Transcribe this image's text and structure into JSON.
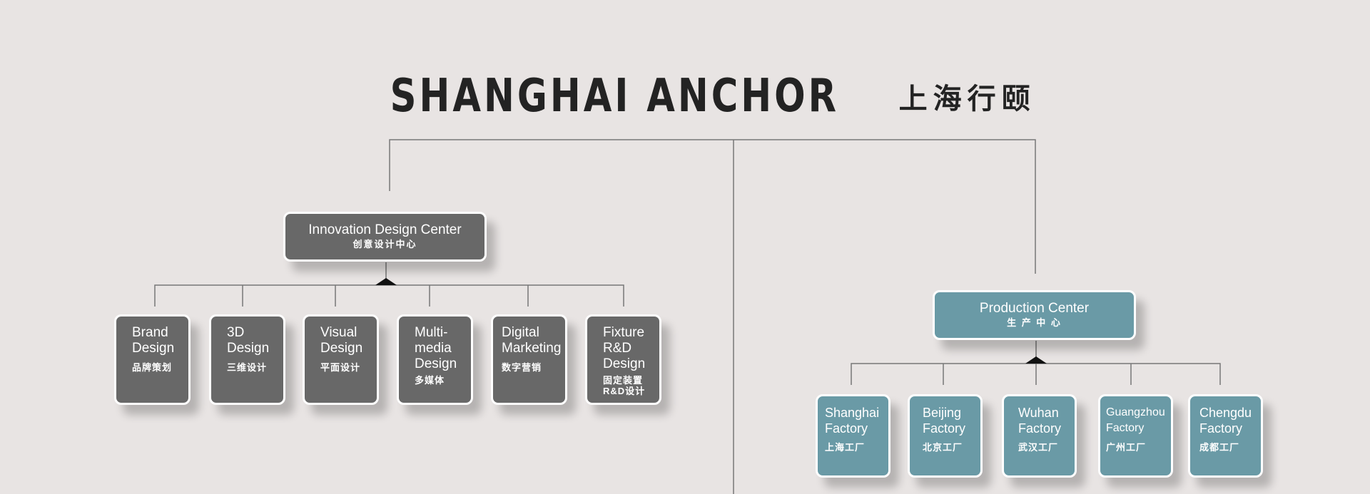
{
  "title": {
    "en": "SHANGHAI ANCHOR",
    "cn": "上海行颐"
  },
  "colors": {
    "background": "#e8e4e3",
    "design": "#686868",
    "production": "#6a9aa6",
    "line": "#777777"
  },
  "design_center": {
    "en": "Innovation Design Center",
    "cn": "创意设计中心",
    "units": [
      {
        "en": "Brand\nDesign",
        "cn": "品牌策划"
      },
      {
        "en": "3D\nDesign",
        "cn": "三维设计"
      },
      {
        "en": "Visual\nDesign",
        "cn": "平面设计"
      },
      {
        "en": "Multi-\nmedia\nDesign",
        "cn": "多媒体"
      },
      {
        "en": "Digital\nMarketing",
        "cn": "数字营销"
      },
      {
        "en": "Fixture\nR&D\nDesign",
        "cn": "固定装置\nR&D设计"
      }
    ]
  },
  "production_center": {
    "en": "Production Center",
    "cn": "生 产 中 心",
    "units": [
      {
        "en": "Shanghai\nFactory",
        "cn": "上海工厂"
      },
      {
        "en": "Beijing\nFactory",
        "cn": "北京工厂"
      },
      {
        "en": "Wuhan\nFactory",
        "cn": "武汉工厂"
      },
      {
        "en": "Guangzhou\nFactory",
        "cn": "广州工厂"
      },
      {
        "en": "Chengdu\nFactory",
        "cn": "成都工厂"
      }
    ]
  }
}
